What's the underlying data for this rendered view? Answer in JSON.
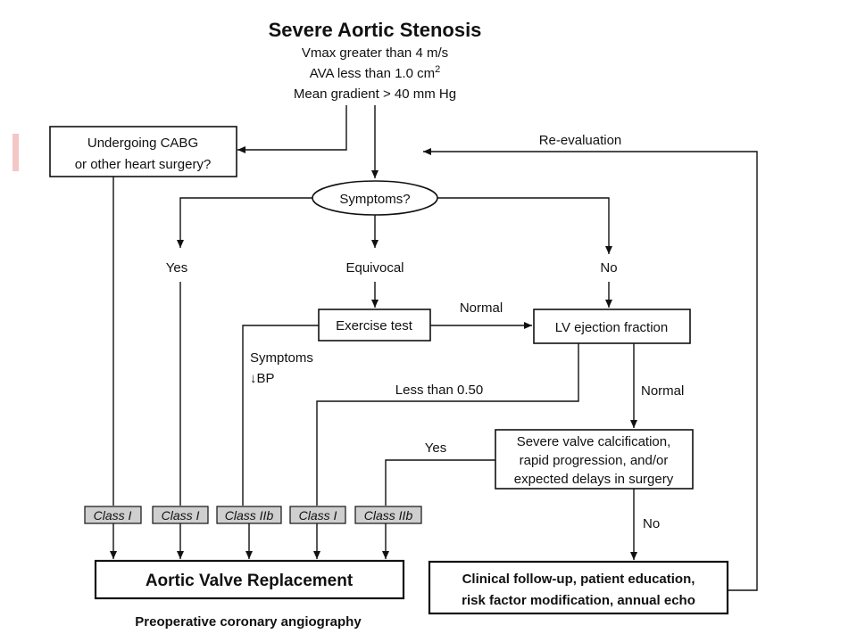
{
  "header": {
    "title": "Severe Aortic Stenosis",
    "line1": "Vmax greater than 4 m/s",
    "line2_main": "AVA less than 1.0 cm",
    "line2_sup": "2",
    "line3": "Mean gradient > 40 mm Hg"
  },
  "nodes": {
    "cabg": [
      "Undergoing CABG",
      "or other heart surgery?"
    ],
    "symptoms": "Symptoms?",
    "exercise": "Exercise test",
    "lvef": "LV ejection fraction",
    "calcification": [
      "Severe valve calcification,",
      "rapid progression, and/or",
      "expected delays in surgery"
    ],
    "avr": "Aortic Valve Replacement",
    "followup": [
      "Clinical follow-up, patient education,",
      "risk factor modification, annual echo"
    ]
  },
  "labels": {
    "reevaluation": "Re-evaluation",
    "yes": "Yes",
    "equivocal": "Equivocal",
    "no": "No",
    "normal_exercise": "Normal",
    "symptoms_bp": [
      "Symptoms",
      "↓BP"
    ],
    "less_than": "Less than 0.50",
    "normal_lv": "Normal",
    "yes_calc": "Yes",
    "no_calc": "No",
    "preop": "Preoperative coronary angiography"
  },
  "classes": [
    "Class I",
    "Class I",
    "Class IIb",
    "Class I",
    "Class IIb"
  ],
  "colors": {
    "line": "#111111",
    "class_fill": "#cfcfcf",
    "edge_mark": "#f4c6c6"
  }
}
